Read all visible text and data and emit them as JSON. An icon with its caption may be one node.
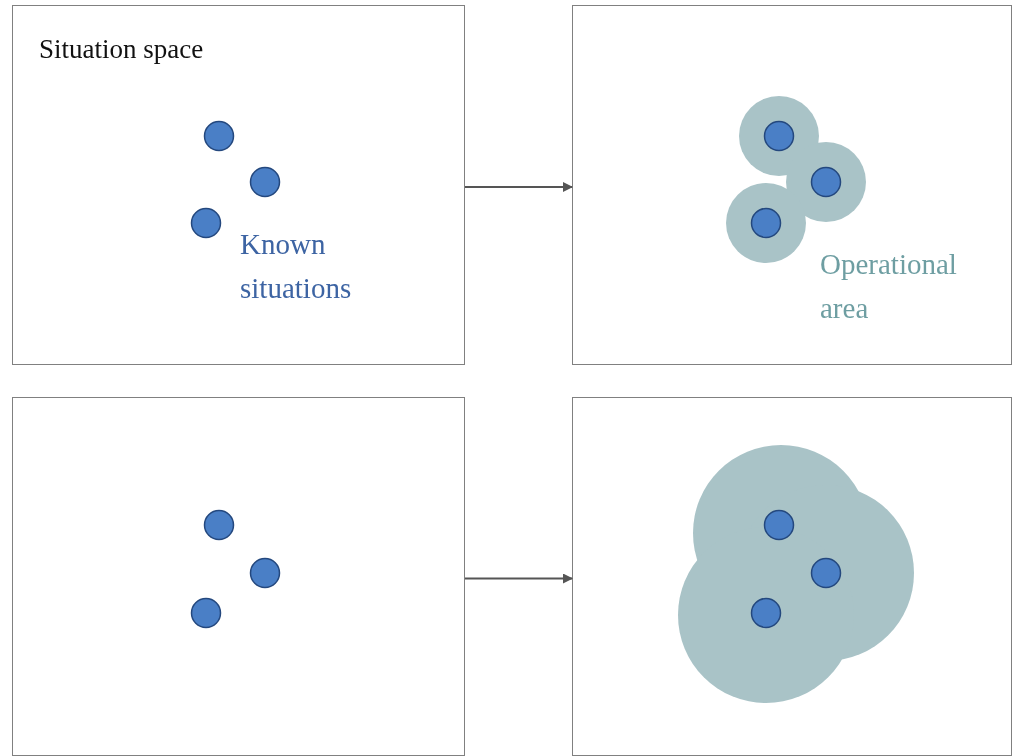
{
  "diagram": {
    "nodes": [
      {
        "text": [
          "Situation space"
        ]
      },
      {
        "text": [],
        "shape": "box"
      },
      {
        "text": [],
        "shape": "box"
      },
      {
        "text": [],
        "shape": "box"
      }
    ],
    "edges": [
      {
        "from": 0,
        "to": 1,
        "arrow": "to"
      },
      {
        "from": 2,
        "to": 3,
        "arrow": "to"
      }
    ],
    "labels": [
      "Known situations",
      "Operational area"
    ]
  }
}
